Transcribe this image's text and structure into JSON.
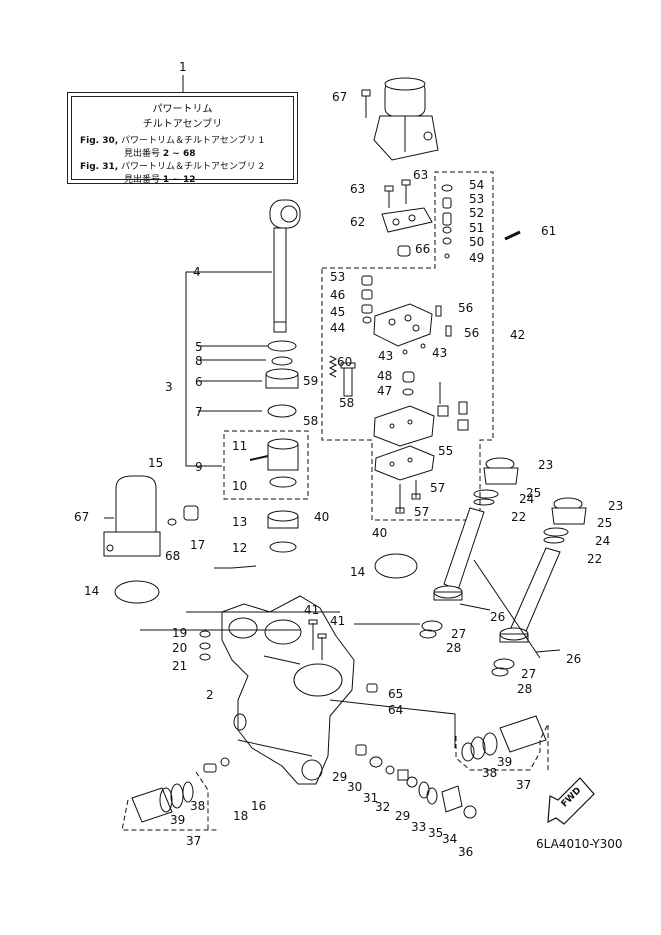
{
  "assembly_number": "1",
  "legend": {
    "title_line1": "パワートリム",
    "title_line2": "チルトアセンブリ",
    "refs": [
      {
        "fig": "Fig. 30,",
        "name": "パワートリム＆チルトアセンブリ 1",
        "sub_label": "見出番号",
        "range": "2 ~ 68"
      },
      {
        "fig": "Fig. 31,",
        "name": "パワートリム＆チルトアセンブリ 2",
        "sub_label": "見出番号",
        "range": "1 ~ 12"
      }
    ]
  },
  "callouts": [
    "67",
    "63",
    "63",
    "54",
    "53",
    "52",
    "51",
    "50",
    "49",
    "61",
    "62",
    "66",
    "4",
    "53",
    "46",
    "45",
    "44",
    "56",
    "56",
    "42",
    "43",
    "43",
    "5",
    "8",
    "3",
    "6",
    "60",
    "59",
    "48",
    "47",
    "7",
    "58",
    "58",
    "11",
    "9",
    "10",
    "55",
    "23",
    "25",
    "24",
    "22",
    "23",
    "25",
    "24",
    "22",
    "15",
    "67",
    "68",
    "17",
    "13",
    "12",
    "40",
    "40",
    "57",
    "57",
    "14",
    "14",
    "19",
    "20",
    "21",
    "41",
    "41",
    "26",
    "27",
    "28",
    "26",
    "27",
    "28",
    "2",
    "65",
    "64",
    "29",
    "30",
    "31",
    "32",
    "29",
    "33",
    "35",
    "34",
    "36",
    "38",
    "39",
    "37",
    "18",
    "16",
    "38",
    "39",
    "37"
  ],
  "drawing_code": "6LA4010-Y300",
  "fwd_label": "FWD"
}
